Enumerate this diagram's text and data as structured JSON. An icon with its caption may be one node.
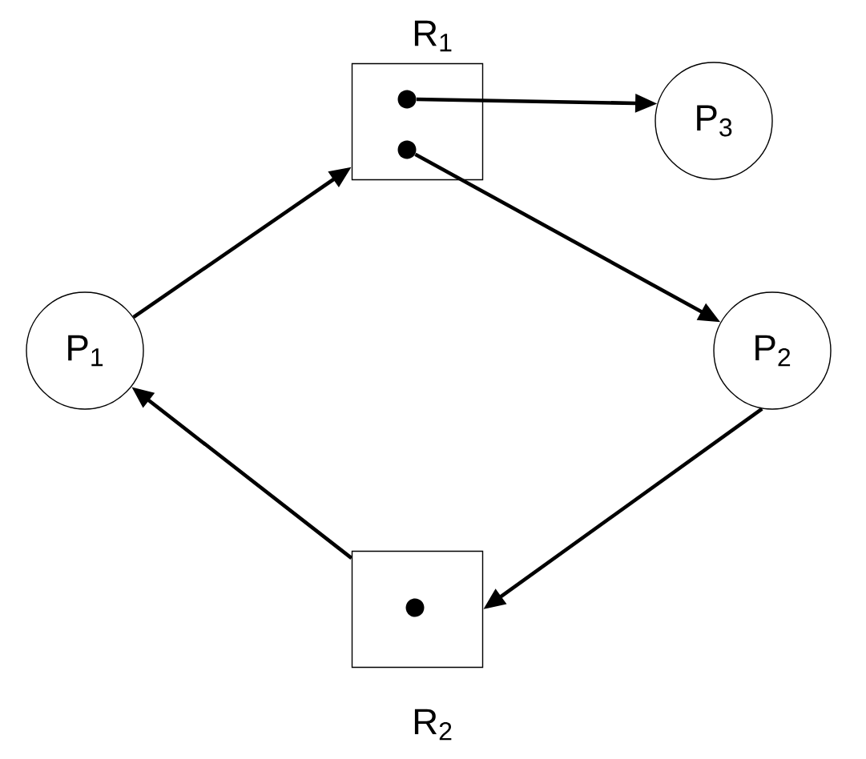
{
  "diagram": {
    "nodes": [
      {
        "text": [
          "R$_{1}$"
        ]
      },
      {
        "text": [],
        "shape": "circle",
        "in": 0
      },
      {
        "text": [],
        "shape": "circle",
        "in": 0
      },
      {
        "text": [
          "P$_{3}$"
        ]
      },
      {
        "text": [
          "P$_{1}$"
        ]
      },
      {
        "text": [
          "P$_{2}$"
        ]
      },
      {
        "text": [
          "R$_{2}$"
        ]
      },
      {
        "text": [],
        "shape": "circle",
        "in": 6
      }
    ],
    "edges": [
      {
        "from": 4,
        "to": 0,
        "arrow": "to"
      },
      {
        "from": 1,
        "to": 3,
        "arrow": "to"
      },
      {
        "from": 2,
        "to": 5,
        "arrow": "to"
      },
      {
        "from": 5,
        "to": 6,
        "arrow": "to"
      },
      {
        "from": 6,
        "to": 4,
        "arrow": "to"
      }
    ]
  }
}
